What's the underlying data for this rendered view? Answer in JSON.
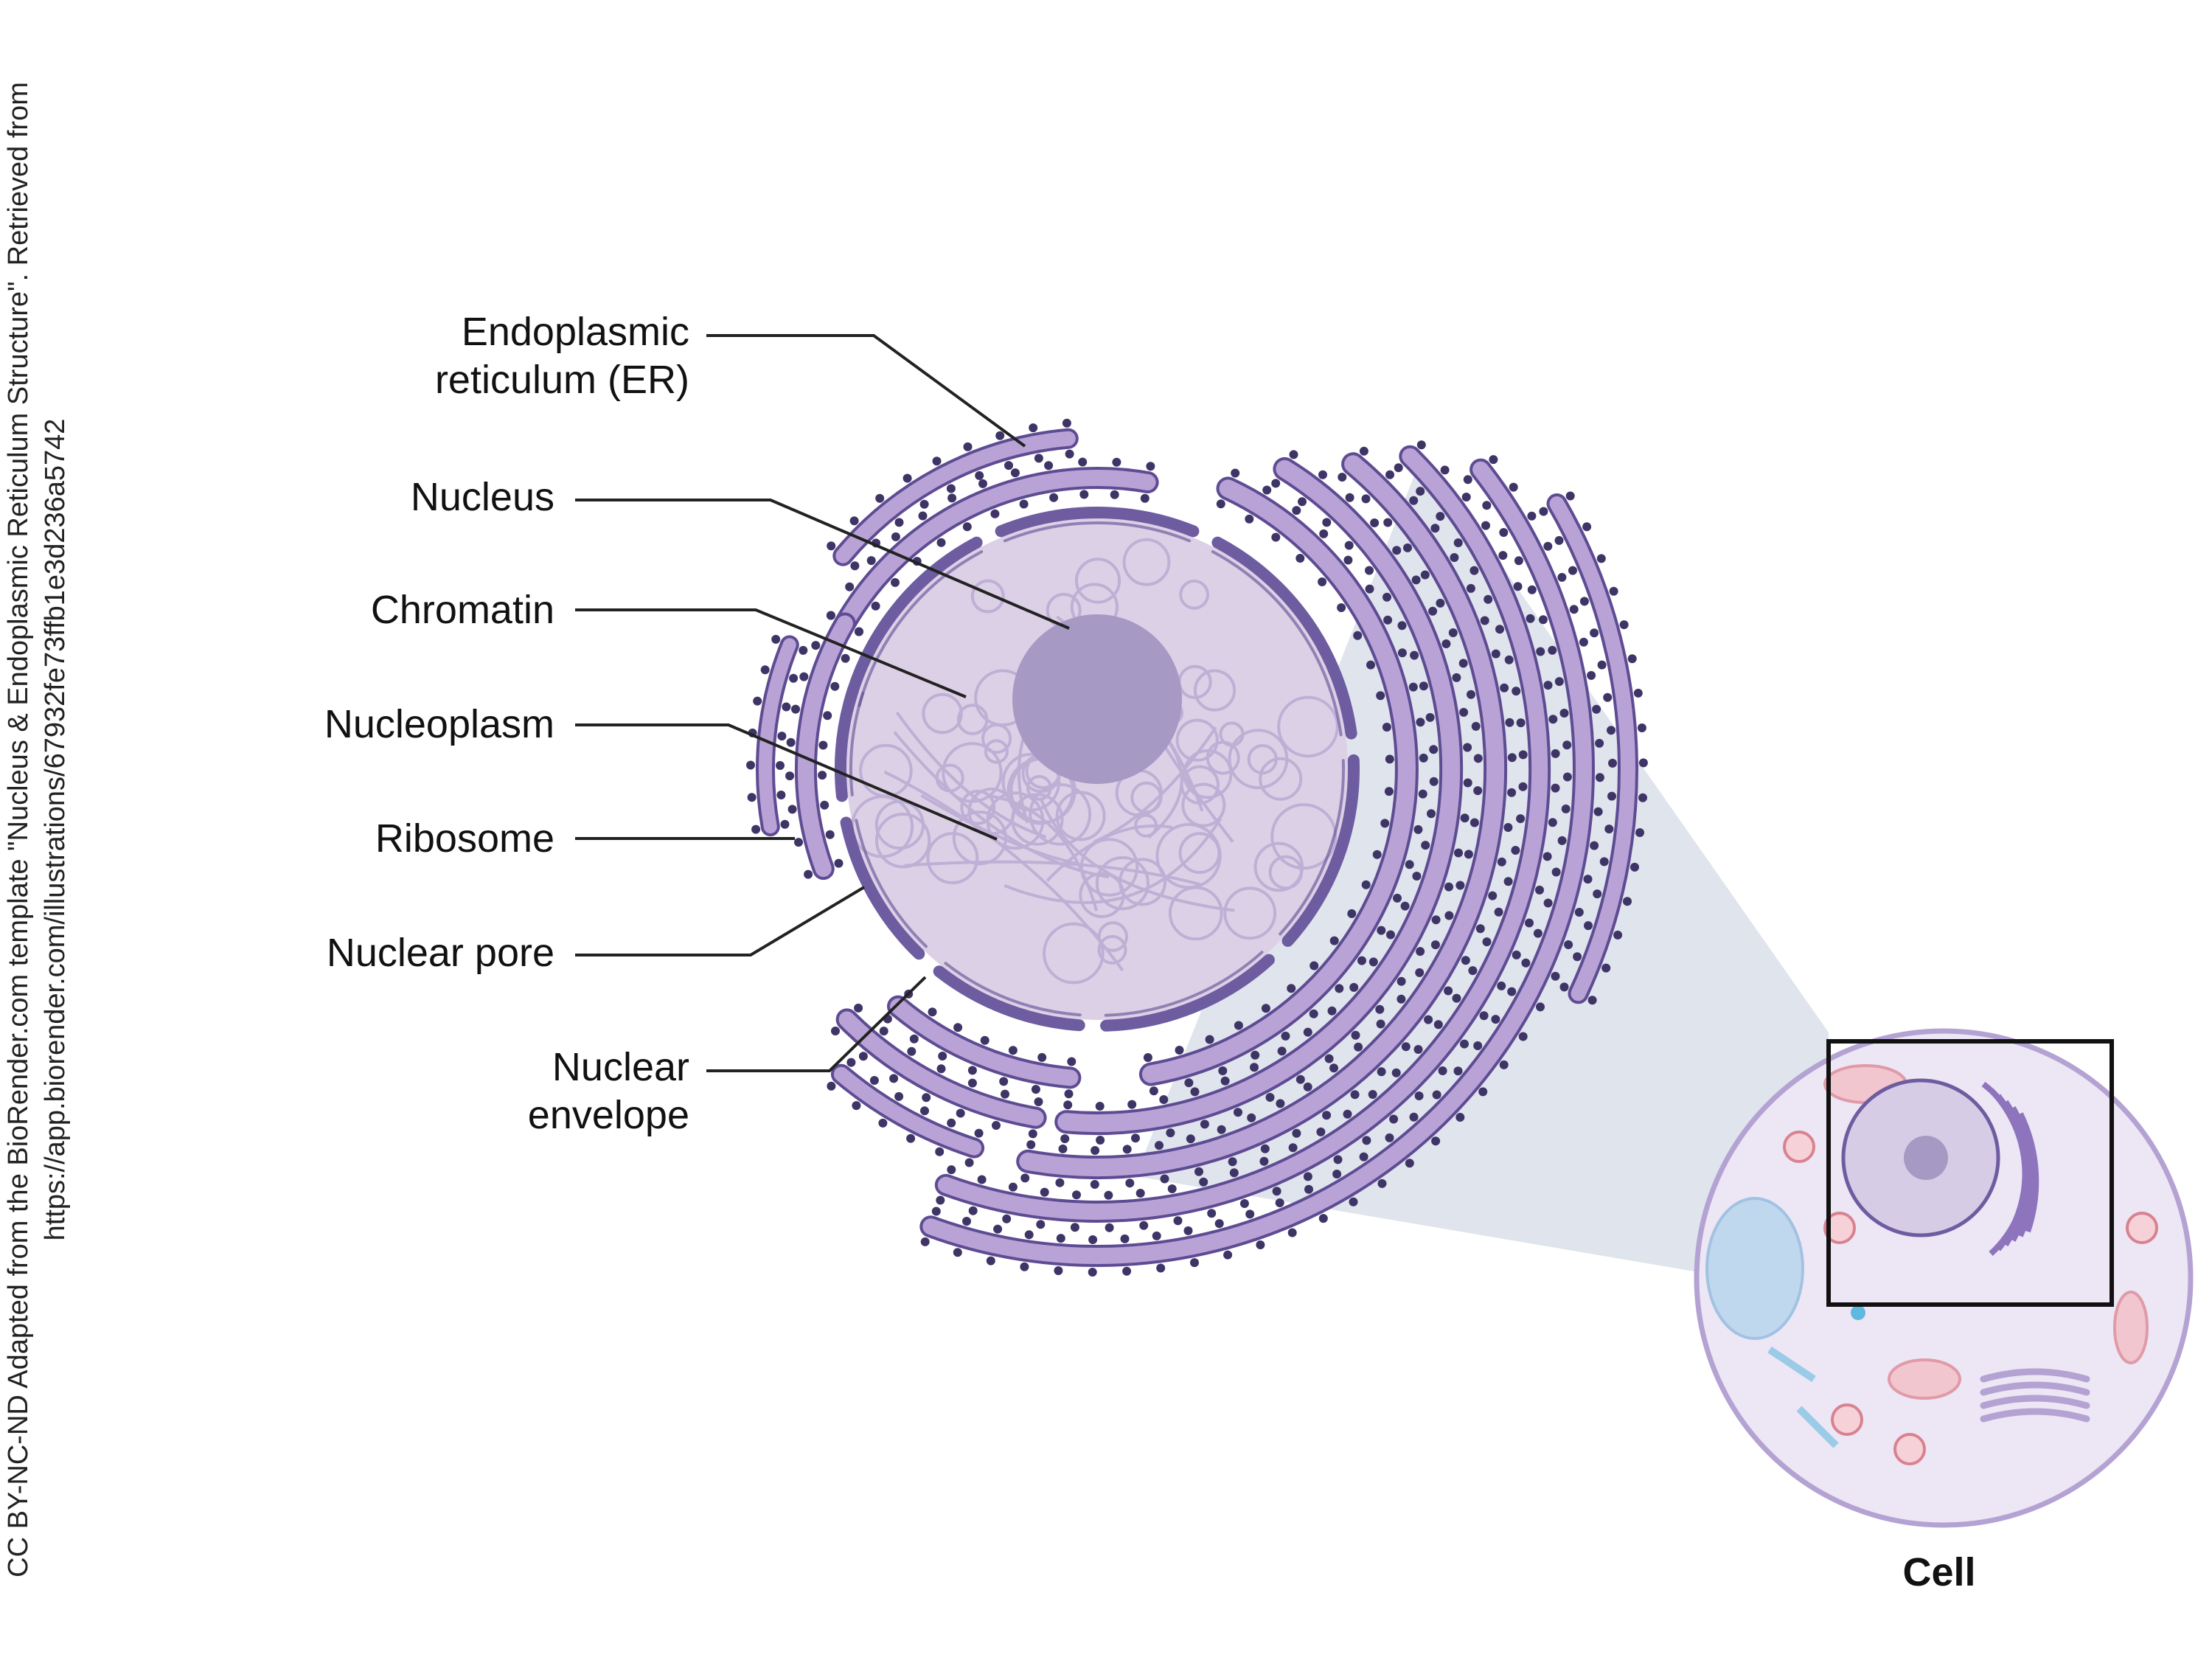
{
  "credit": {
    "line1": "CC BY-NC-ND Adapted from the BioRender.com template \"Nucleus & Endoplasmic Reticulum Structure\". Retrieved from",
    "line2": "https://app.biorender.com/illustrations/67932fe73ffb1e3d236a5742"
  },
  "labels": {
    "er_line1": "Endoplasmic",
    "er_line2": "reticulum (ER)",
    "nucleus": "Nucleus",
    "chromatin": "Chromatin",
    "nucleoplasm": "Nucleoplasm",
    "ribosome": "Ribosome",
    "nuclear_pore": "Nuclear pore",
    "nuclear_envelope_line1": "Nuclear",
    "nuclear_envelope_line2": "envelope",
    "cell": "Cell"
  },
  "colors": {
    "nucleoplasm": "#dcd0e6",
    "nucleolus": "#a69ac4",
    "envelope": "#6e5ca0",
    "er_fill": "#b9a3d6",
    "er_stroke": "#5e4c93",
    "ribosome": "#3e3566",
    "zoom_wedge": "#dde3ec",
    "cell_fill": "#ece6f5",
    "cell_stroke": "#b4a2d3"
  }
}
